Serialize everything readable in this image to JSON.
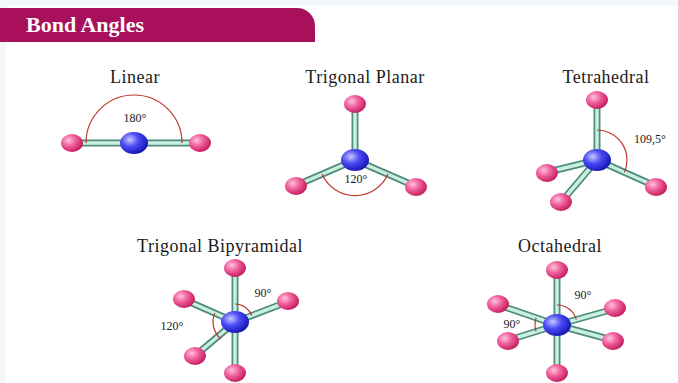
{
  "diagram": {
    "title": "Bond Angles",
    "labels": [
      "Linear",
      "180°",
      "Trigonal Planar",
      "120°",
      "Tetrahedral",
      "109,5°",
      "Trigonal Bipyramidal",
      "90°",
      "120°",
      "Octahedral",
      "90°",
      "90°"
    ]
  }
}
